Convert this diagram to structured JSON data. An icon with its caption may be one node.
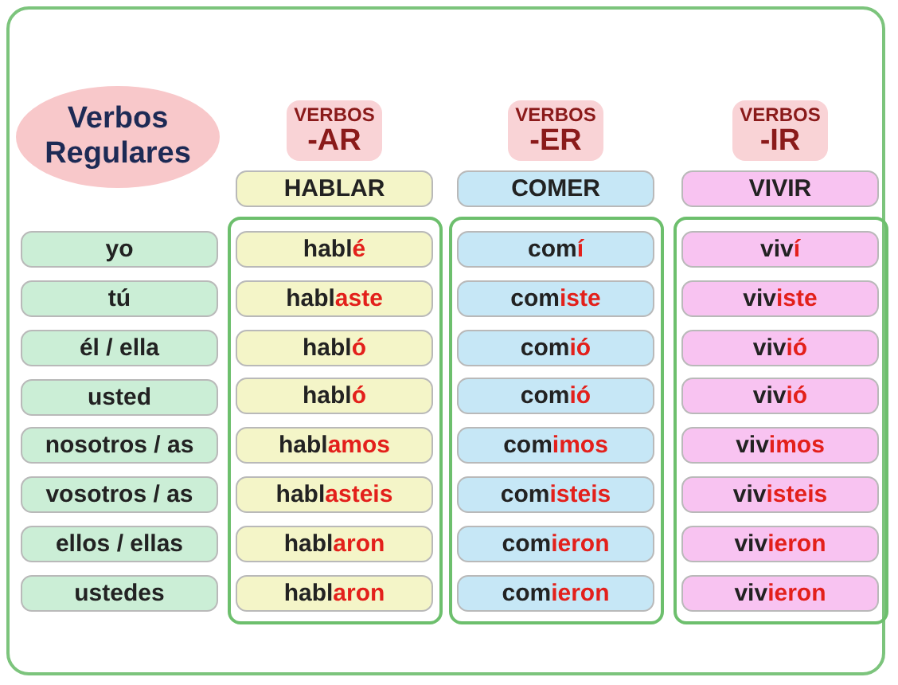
{
  "diagram": {
    "nodes": [
      {
        "text": [
          "Verbos Regulares"
        ]
      },
      {
        "text": [
          "VERBOS",
          "-AR"
        ]
      },
      {
        "text": [
          "VERBOS",
          "-ER"
        ]
      },
      {
        "text": [
          "VERBOS",
          "-IR"
        ]
      },
      {
        "text": [
          "HABLAR"
        ]
      },
      {
        "text": [
          "COMER"
        ]
      },
      {
        "text": [
          "VIVIR"
        ]
      },
      {
        "text": [
          "yo"
        ]
      },
      {
        "text": [
          "tú"
        ]
      },
      {
        "text": [
          "él / ella"
        ]
      },
      {
        "text": [
          "usted"
        ]
      },
      {
        "text": [
          "nosotros / as"
        ]
      },
      {
        "text": [
          "vosotros / as"
        ]
      },
      {
        "text": [
          "ellos / ellas"
        ]
      },
      {
        "text": [
          "ustedes"
        ]
      },
      {
        "text": [],
        "shape": "box"
      },
      {
        "text": [
          "habl**é**"
        ],
        "in": 15
      },
      {
        "text": [
          "habl**aste**"
        ],
        "in": 15
      },
      {
        "text": [
          "habl**ó**"
        ],
        "in": 15
      },
      {
        "text": [
          "habl**ó**"
        ],
        "in": 15
      },
      {
        "text": [
          "habl**amos**"
        ],
        "in": 15
      },
      {
        "text": [
          "habl**asteis**"
        ],
        "in": 15
      },
      {
        "text": [
          "habl**aron**"
        ],
        "in": 15
      },
      {
        "text": [
          "habl**aron**"
        ],
        "in": 15
      },
      {
        "text": [],
        "shape": "box"
      },
      {
        "text": [
          "com**í**"
        ],
        "in": 24
      },
      {
        "text": [
          "com**iste**"
        ],
        "in": 24
      },
      {
        "text": [
          "com**ió**"
        ],
        "in": 24
      },
      {
        "text": [
          "com**ió**"
        ],
        "in": 24
      },
      {
        "text": [
          "com**imos**"
        ],
        "in": 24
      },
      {
        "text": [
          "com**isteis**"
        ],
        "in": 24
      },
      {
        "text": [
          "com**ieron**"
        ],
        "in": 24
      },
      {
        "text": [
          "com**ieron**"
        ],
        "in": 24
      },
      {
        "text": [],
        "shape": "box"
      },
      {
        "text": [
          "viv**í**"
        ],
        "in": 33
      },
      {
        "text": [
          "viv**iste**"
        ],
        "in": 33
      },
      {
        "text": [
          "viv**ió**"
        ],
        "in": 33
      },
      {
        "text": [
          "viv**ió**"
        ],
        "in": 33
      },
      {
        "text": [
          "viv**imos**"
        ],
        "in": 33
      },
      {
        "text": [
          "viv**isteis**"
        ],
        "in": 33
      },
      {
        "text": [
          "viv**ieron**"
        ],
        "in": 33
      },
      {
        "text": [
          "viv**ieron**"
        ],
        "in": 33
      }
    ]
  }
}
